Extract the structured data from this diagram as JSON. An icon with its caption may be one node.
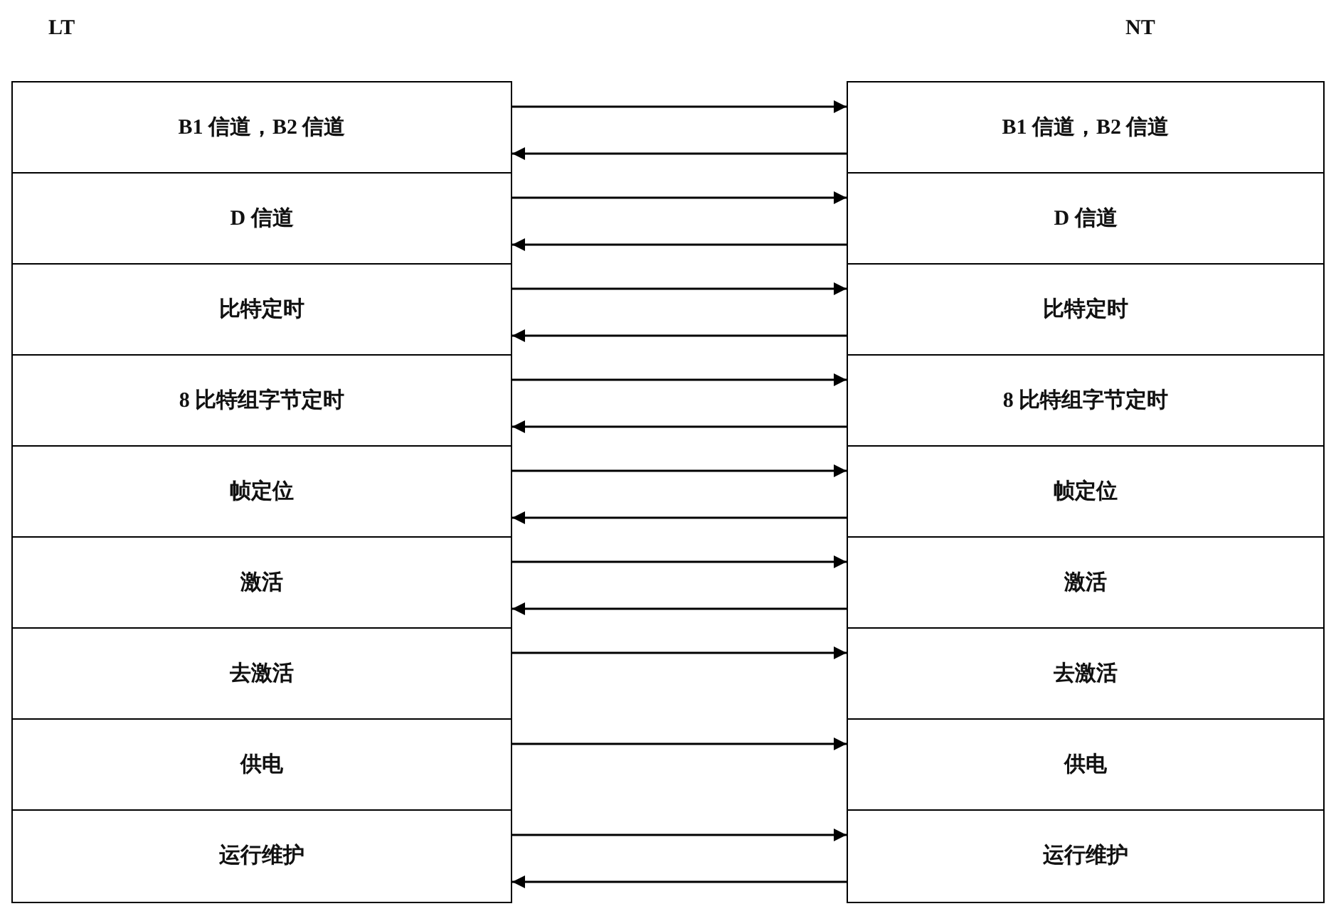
{
  "diagram": {
    "nodes": [
      {
        "text": [
          "LT"
        ]
      },
      {
        "text": [
          "B1 信道，B2 信道"
        ],
        "in": 0
      },
      {
        "text": [
          "D 信道"
        ],
        "in": 0
      },
      {
        "text": [
          "比特定时"
        ],
        "in": 0
      },
      {
        "text": [
          "8 比特组字节定时"
        ],
        "in": 0
      },
      {
        "text": [
          "帧定位"
        ],
        "in": 0
      },
      {
        "text": [
          "激活"
        ],
        "in": 0
      },
      {
        "text": [
          "去激活"
        ],
        "in": 0
      },
      {
        "text": [
          "供电"
        ],
        "in": 0
      },
      {
        "text": [
          "运行维护"
        ],
        "in": 0
      },
      {
        "text": [
          "NT"
        ]
      },
      {
        "text": [
          "B1 信道，B2 信道"
        ],
        "in": 10
      },
      {
        "text": [
          "D 信道"
        ],
        "in": 10
      },
      {
        "text": [
          "比特定时"
        ],
        "in": 10
      },
      {
        "text": [
          "8 比特组字节定时"
        ],
        "in": 10
      },
      {
        "text": [
          "帧定位"
        ],
        "in": 10
      },
      {
        "text": [
          "激活"
        ],
        "in": 10
      },
      {
        "text": [
          "去激活"
        ],
        "in": 10
      },
      {
        "text": [
          "供电"
        ],
        "in": 10
      },
      {
        "text": [
          "运行维护"
        ],
        "in": 10
      }
    ],
    "edges": [
      {
        "from": 1,
        "to": 11,
        "arrow": "to"
      },
      {
        "from": 11,
        "to": 1,
        "arrow": "to"
      },
      {
        "from": 2,
        "to": 12,
        "arrow": "to"
      },
      {
        "from": 12,
        "to": 2,
        "arrow": "to"
      },
      {
        "from": 3,
        "to": 13,
        "arrow": "to"
      },
      {
        "from": 13,
        "to": 3,
        "arrow": "to"
      },
      {
        "from": 4,
        "to": 14,
        "arrow": "to"
      },
      {
        "from": 14,
        "to": 4,
        "arrow": "to"
      },
      {
        "from": 5,
        "to": 15,
        "arrow": "to"
      },
      {
        "from": 15,
        "to": 5,
        "arrow": "to"
      },
      {
        "from": 6,
        "to": 16,
        "arrow": "to"
      },
      {
        "from": 16,
        "to": 6,
        "arrow": "to"
      },
      {
        "from": 7,
        "to": 17,
        "arrow": "to"
      },
      {
        "from": 8,
        "to": 18,
        "arrow": "to"
      },
      {
        "from": 9,
        "to": 19,
        "arrow": "to"
      },
      {
        "from": 19,
        "to": 9,
        "arrow": "to"
      }
    ]
  }
}
